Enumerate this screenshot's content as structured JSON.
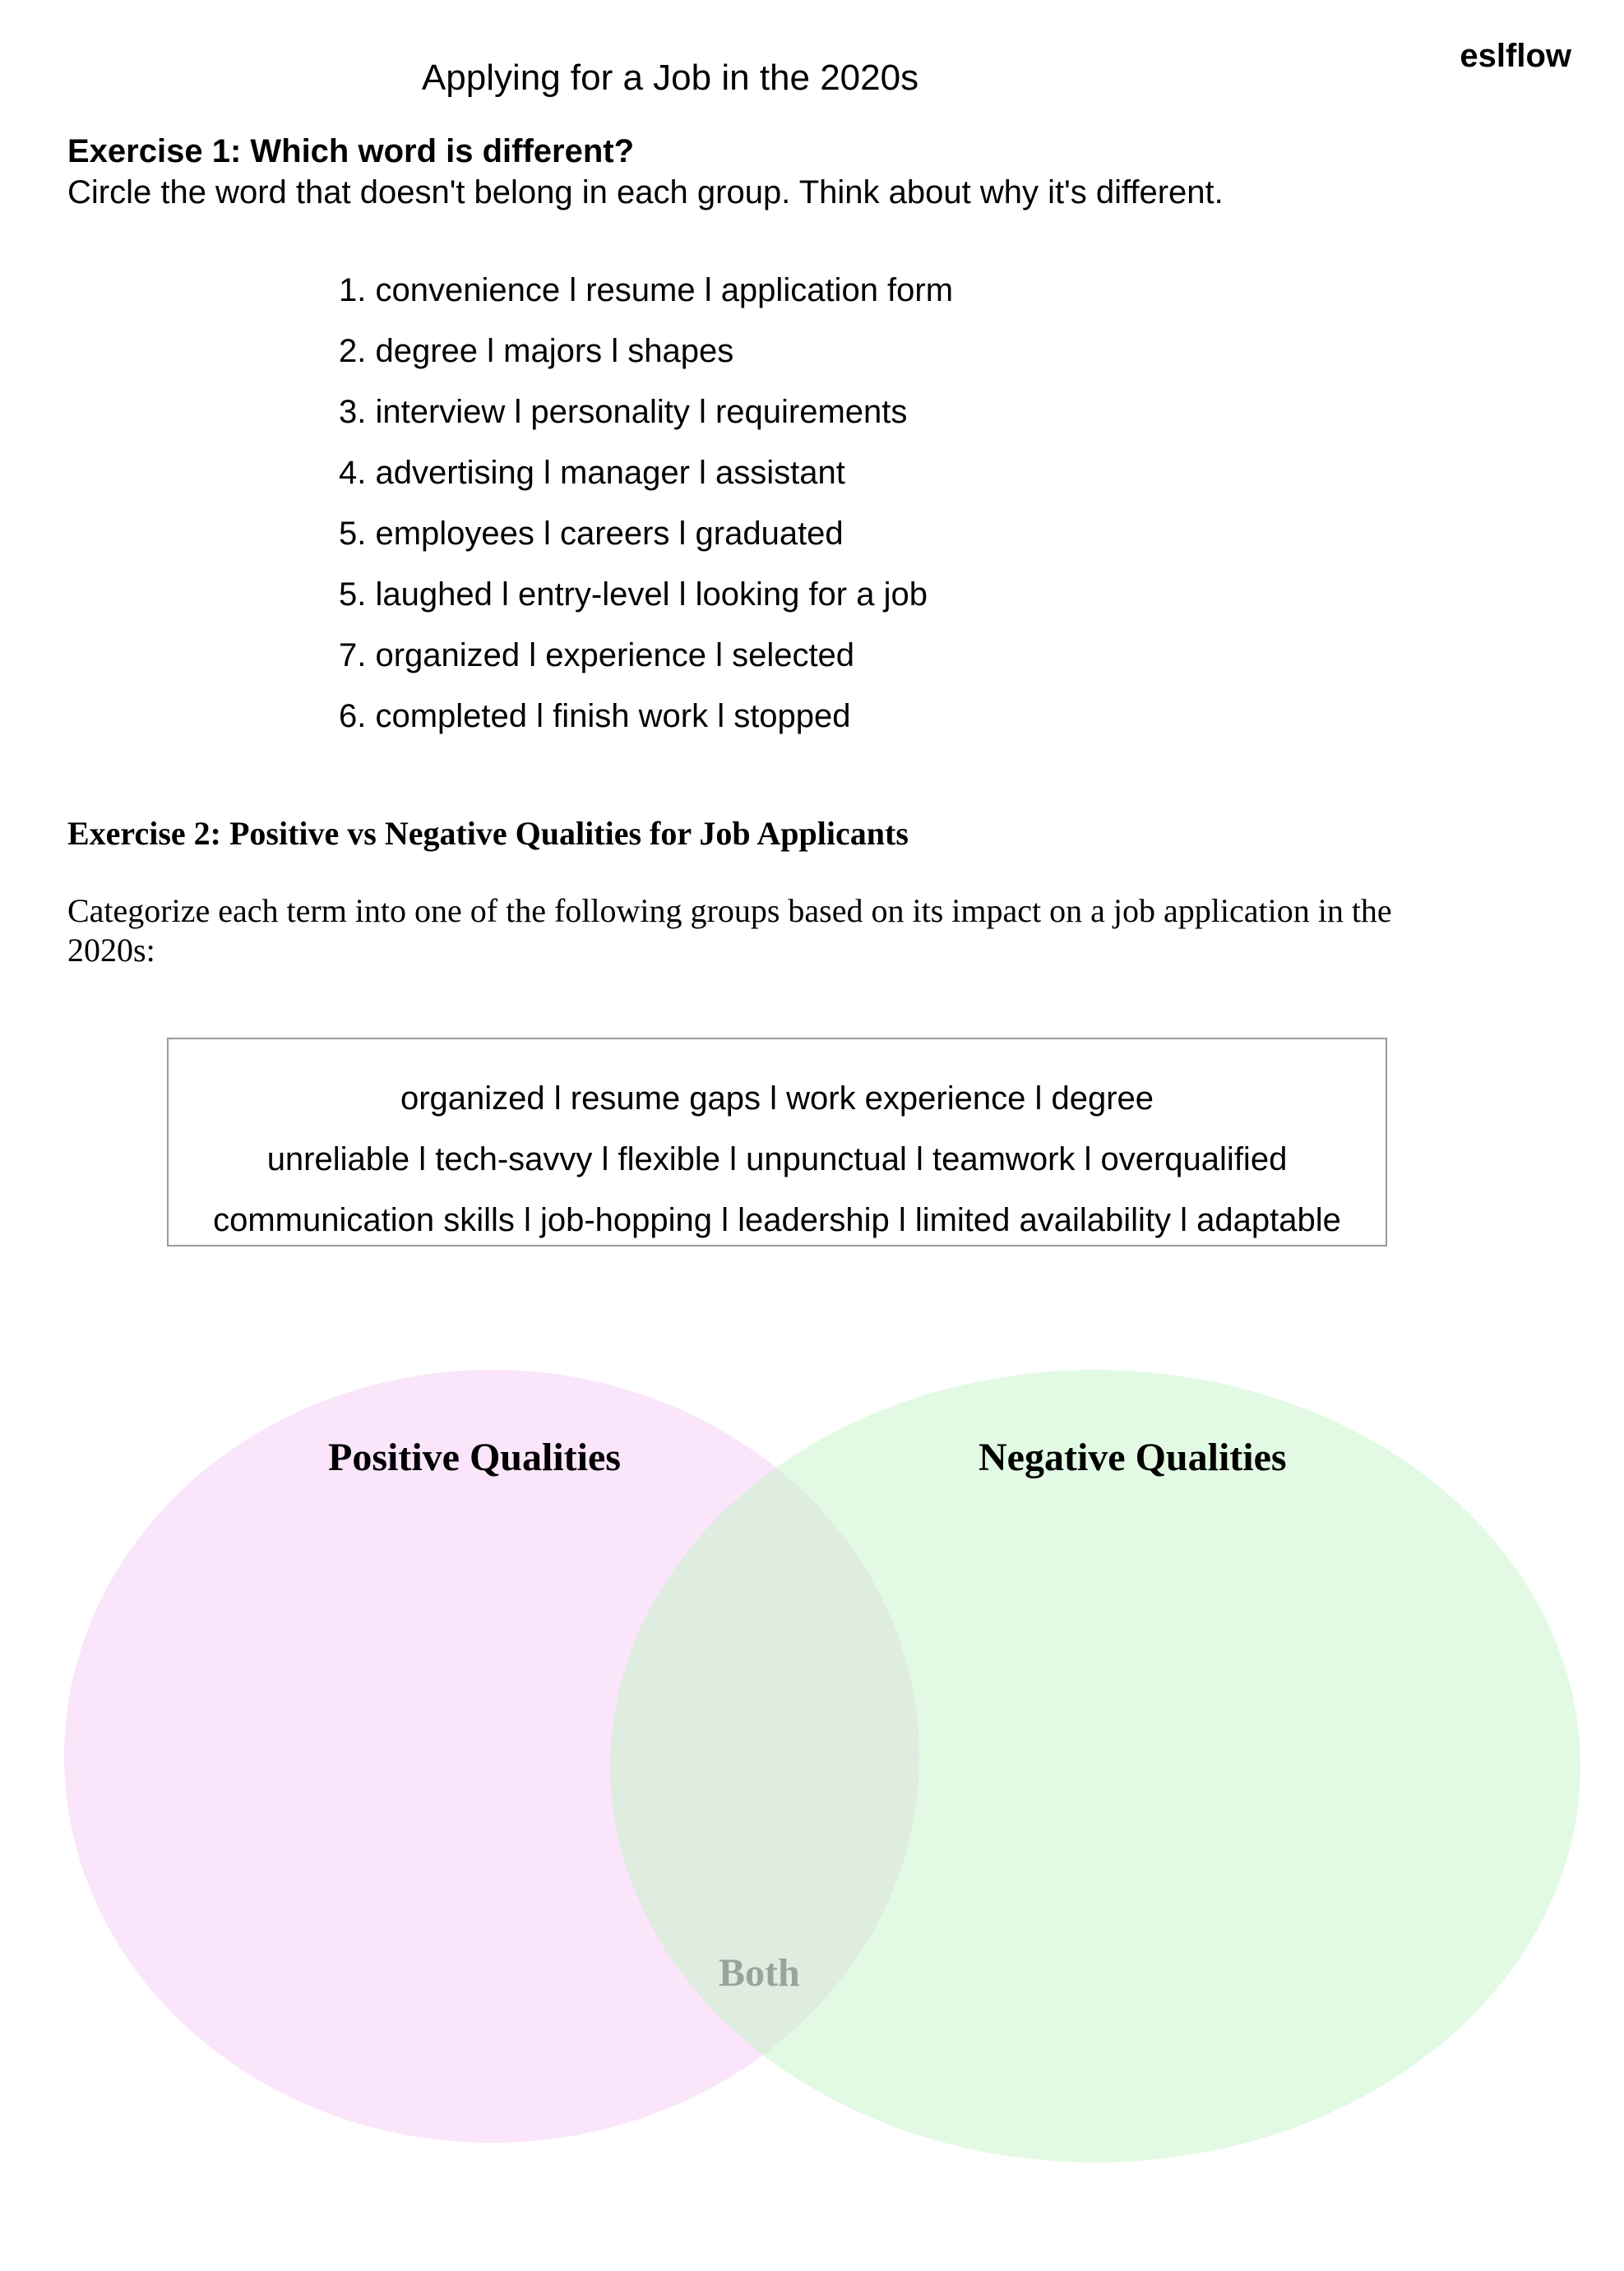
{
  "header": {
    "title": "Applying for a Job in the 2020s",
    "brand": "eslflow"
  },
  "exercise1": {
    "heading": "Exercise 1: Which word is different?",
    "instructions": "Circle the word that doesn't belong in each group. Think about why it's different.",
    "items": [
      "1. convenience l resume l application form",
      "2. degree l majors l shapes",
      "3. interview l personality l requirements",
      "4. advertising l manager l assistant",
      "5. employees l careers l graduated",
      "5. laughed l entry-level l looking for a job",
      "7. organized l experience l selected",
      "6. completed l finish work l stopped"
    ]
  },
  "exercise2": {
    "heading": "Exercise 2: Positive vs Negative Qualities for Job Applicants",
    "instructions": "Categorize each term into one of the following groups based on its impact  on a job application in the 2020s:",
    "word_bank": [
      "organized l resume gaps l work experience l degree",
      "unreliable l tech-savvy l flexible l unpunctual l teamwork l overqualified",
      "communication skills l job-hopping l leadership l limited availability l adaptable"
    ]
  },
  "venn": {
    "left_label": "Positive Qualities",
    "right_label": "Negative Qualities",
    "overlap_label": "Both",
    "left_color": "#f5c6f5",
    "right_color": "#bff5c2",
    "overlap_label_color": "#9aa39a"
  }
}
